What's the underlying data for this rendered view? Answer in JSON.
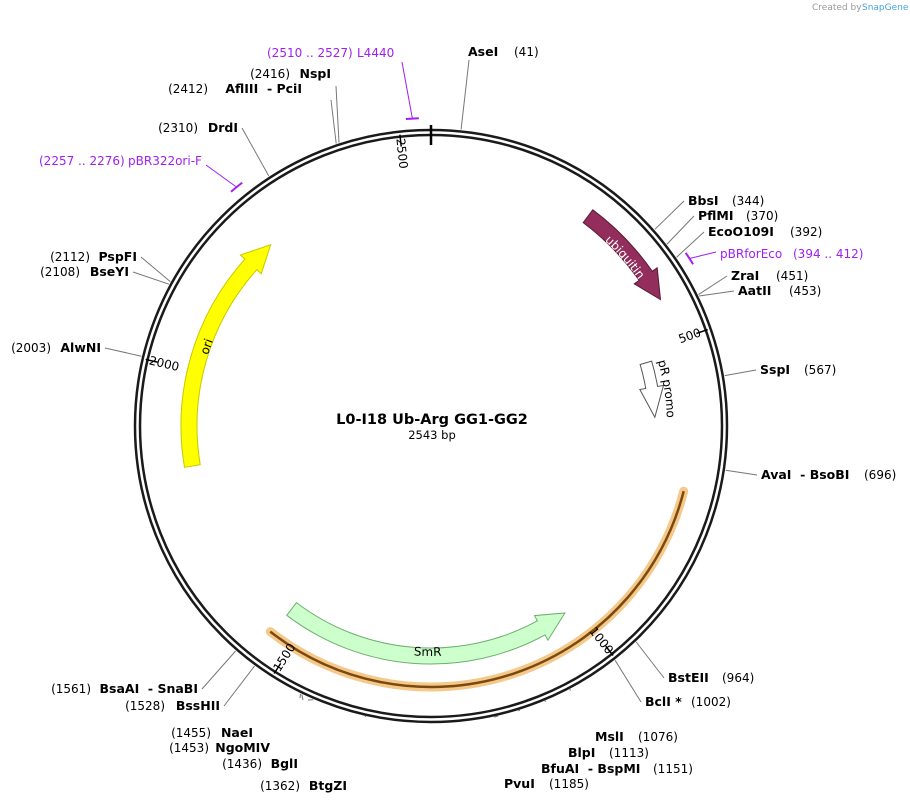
{
  "credit": {
    "prefix": "Created by",
    "brand": "SnapGene"
  },
  "plasmid": {
    "name": "L0-I18 Ub-Arg GG1-GG2",
    "length": 2543,
    "length_label": "2543 bp"
  },
  "colors": {
    "backbone": "#1a1a1a",
    "ubiquitin": "#922d5c",
    "ori": "#ffff00",
    "smr": "#ccffcc",
    "promoter": "#ffffff",
    "primer": "#a020f0",
    "highlight": "#f5c98a"
  },
  "ticks": [
    {
      "pos": 500,
      "label": "500"
    },
    {
      "pos": 1000,
      "label": "1000"
    },
    {
      "pos": 1500,
      "label": "1500"
    },
    {
      "pos": 2000,
      "label": "2000"
    },
    {
      "pos": 2500,
      "label": "2500"
    }
  ],
  "features": [
    {
      "name": "ubiquitin",
      "start": 260,
      "end": 432,
      "direction": "forward",
      "type": "cds",
      "text_color": "#ffffff"
    },
    {
      "name": "AmpR promoter",
      "start": 520,
      "end": 620,
      "direction": "forward",
      "type": "promoter",
      "text_color": "#000000"
    },
    {
      "name": "SmR",
      "start": 1020,
      "end": 1535,
      "direction": "reverse",
      "type": "cds",
      "text_color": "#000000"
    },
    {
      "name": "ori",
      "start": 1840,
      "end": 2250,
      "direction": "forward",
      "type": "origin",
      "text_color": "#000000"
    }
  ],
  "highlight_arc": {
    "start": 738,
    "end": 1540
  },
  "primers": [
    {
      "label": "L4440",
      "range": "(2510 .. 2527)",
      "start": 2510,
      "end": 2527
    },
    {
      "label": "pBRforEco",
      "range": "(394 .. 412)",
      "start": 394,
      "end": 412
    },
    {
      "label": "pBR322ori-F",
      "range": "(2257 .. 2276)",
      "start": 2257,
      "end": 2276
    }
  ],
  "sites": [
    {
      "name": "AseI",
      "pos": "(41)",
      "bp": 41
    },
    {
      "name": "BbsI",
      "pos": "(344)",
      "bp": 344
    },
    {
      "name": "PflMI",
      "pos": "(370)",
      "bp": 370
    },
    {
      "name": "EcoO109I",
      "pos": "(392)",
      "bp": 392
    },
    {
      "name": "ZraI",
      "pos": "(451)",
      "bp": 451
    },
    {
      "name": "AatII",
      "pos": "(453)",
      "bp": 453
    },
    {
      "name": "SspI",
      "pos": "(567)",
      "bp": 567
    },
    {
      "name": "AvaI  - BsoBI",
      "pos": "(696)",
      "bp": 696
    },
    {
      "name": "BstEII",
      "pos": "(964)",
      "bp": 964
    },
    {
      "name": "BclI *",
      "pos": "(1002)",
      "bp": 1002
    },
    {
      "name": "MslI",
      "pos": "(1076)",
      "bp": 1076
    },
    {
      "name": "BlpI",
      "pos": "(1113)",
      "bp": 1113
    },
    {
      "name": "BfuAI  - BspMI",
      "pos": "(1151)",
      "bp": 1151
    },
    {
      "name": "PvuI",
      "pos": "(1185)",
      "bp": 1185
    },
    {
      "name": "BtgZI",
      "pos": "(1362)",
      "bp": 1362
    },
    {
      "name": "BglI",
      "pos": "(1436)",
      "bp": 1436
    },
    {
      "name": "NgoMIV",
      "pos": "(1453)",
      "bp": 1453
    },
    {
      "name": "NaeI",
      "pos": "(1455)",
      "bp": 1455
    },
    {
      "name": "BssHII",
      "pos": "(1528)",
      "bp": 1528
    },
    {
      "name": "BsaAI  - SnaBI",
      "pos": "(1561)",
      "bp": 1561
    },
    {
      "name": "AlwNI",
      "pos": "(2003)",
      "bp": 2003
    },
    {
      "name": "BseYI",
      "pos": "(2108)",
      "bp": 2108
    },
    {
      "name": "PspFI",
      "pos": "(2112)",
      "bp": 2112
    },
    {
      "name": "DrdI",
      "pos": "(2310)",
      "bp": 2310
    },
    {
      "name": "AflIII  - PciI",
      "pos": "(2412)",
      "bp": 2412
    },
    {
      "name": "NspI",
      "pos": "(2416)",
      "bp": 2416
    }
  ]
}
